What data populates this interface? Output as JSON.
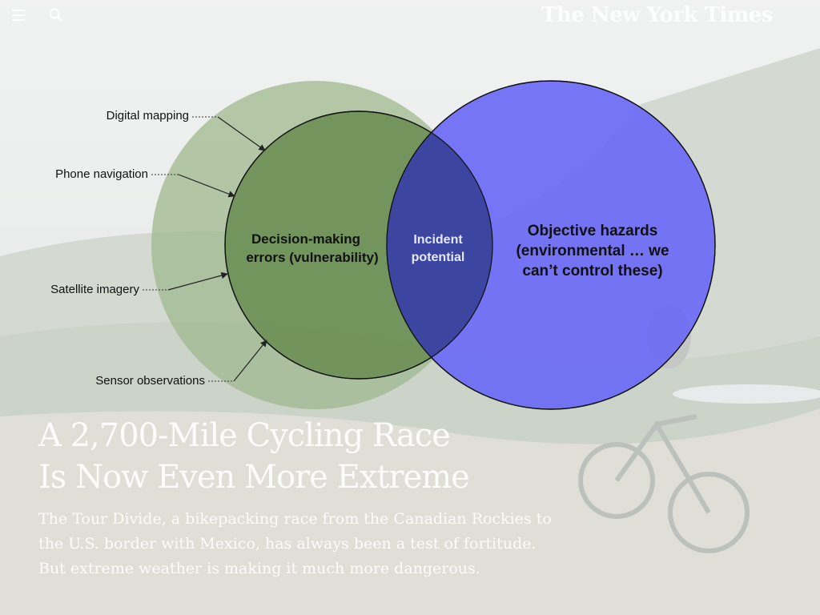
{
  "header": {
    "logo": "The New York Times",
    "icons": [
      "menu-icon",
      "search-icon"
    ]
  },
  "diagram": {
    "inputs": [
      "Digital mapping",
      "Phone navigation",
      "Satellite imagery",
      "Sensor observations"
    ],
    "left_circle_label": [
      "Decision-making",
      "errors (vulnerability)"
    ],
    "overlap_label": [
      "Incident",
      "potential"
    ],
    "right_circle_label": [
      "Objective hazards",
      "(environmental … we",
      "can’t control these)"
    ],
    "colors": {
      "outer_green": "#9fb88e",
      "inner_green": "#6b8f55",
      "blue": "#6a6af5",
      "overlap": "#3c45a0"
    }
  },
  "article": {
    "headline": [
      "A 2,700-Mile Cycling Race",
      "Is Now Even More Extreme"
    ],
    "summary": "The Tour Divide, a bikepacking race from the Canadian Rockies to the U.S. border with Mexico, has always been a test of fortitude. But extreme weather is making it much more dangerous."
  }
}
